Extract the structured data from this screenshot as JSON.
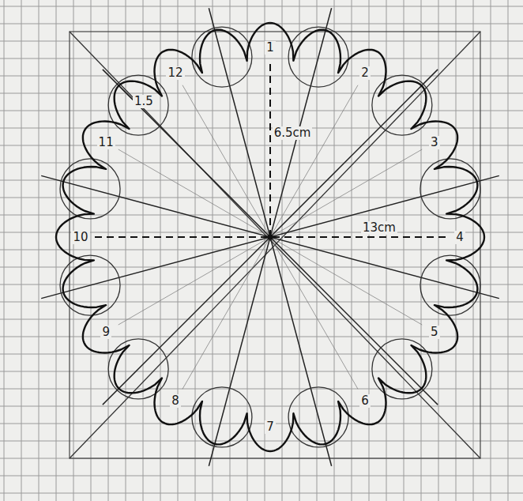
{
  "diagram": {
    "labels": [
      "1",
      "2",
      "3",
      "4",
      "5",
      "6",
      "7",
      "8",
      "9",
      "10",
      "11",
      "12",
      "1.5",
      "6.5cm",
      "13cm"
    ]
  }
}
